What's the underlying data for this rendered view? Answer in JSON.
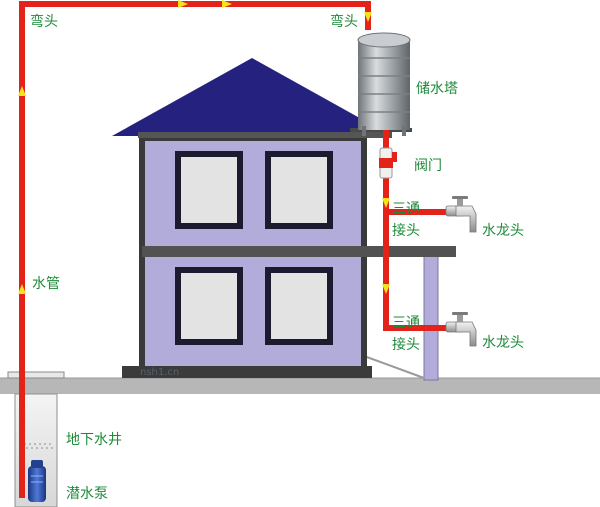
{
  "labels": {
    "elbow_left": "弯头",
    "elbow_right": "弯头",
    "water_tower": "储水塔",
    "valve": "阀门",
    "tee_upper": "三通",
    "joint_upper": "接头",
    "faucet_upper": "水龙头",
    "tee_lower": "三通",
    "joint_lower": "接头",
    "faucet_lower": "水龙头",
    "water_pipe": "水管",
    "underground_well": "地下水井",
    "submersible_pump": "潜水泵"
  },
  "watermark": "nsh1.cn",
  "colors": {
    "pipe_red": "#e32219",
    "flow_arrow_yellow": "#f5e21a",
    "label_green": "#1f8a3a",
    "roof_navy": "#24227e",
    "wall_lavender": "#b1acd9",
    "frame_gray": "#4a4a4a",
    "window_frame_dark": "#1c1a2e",
    "window_glass": "#e3e3e3",
    "ground_gray": "#b7b7b7",
    "tank_steel": "#9ea3a8",
    "pump_blue": "#2a4fb3"
  },
  "icons": [
    "water-tank-icon",
    "valve-icon",
    "faucet-icon",
    "submersible-pump-icon"
  ]
}
